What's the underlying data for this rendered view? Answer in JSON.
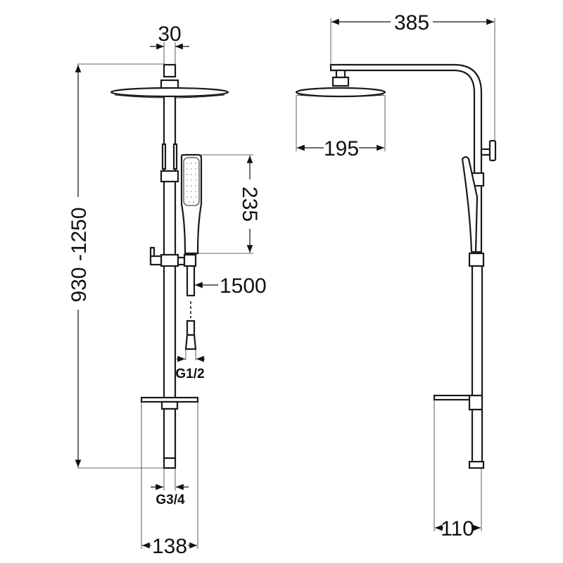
{
  "drawing": {
    "title": "Shower column dimension drawing",
    "views": [
      "front-view",
      "side-view"
    ],
    "dimensions": {
      "arm_connector_width": "30",
      "total_height": "930 -1250",
      "hand_shower_length": "235",
      "hose_length": "1500",
      "hose_thread": "G1/2",
      "inlet_thread": "G3/4",
      "shelf_width": "138",
      "arm_reach": "385",
      "head_diameter": "195",
      "shelf_depth": "110"
    },
    "colors": {
      "line": "#1a1a1a",
      "background": "#ffffff"
    }
  }
}
